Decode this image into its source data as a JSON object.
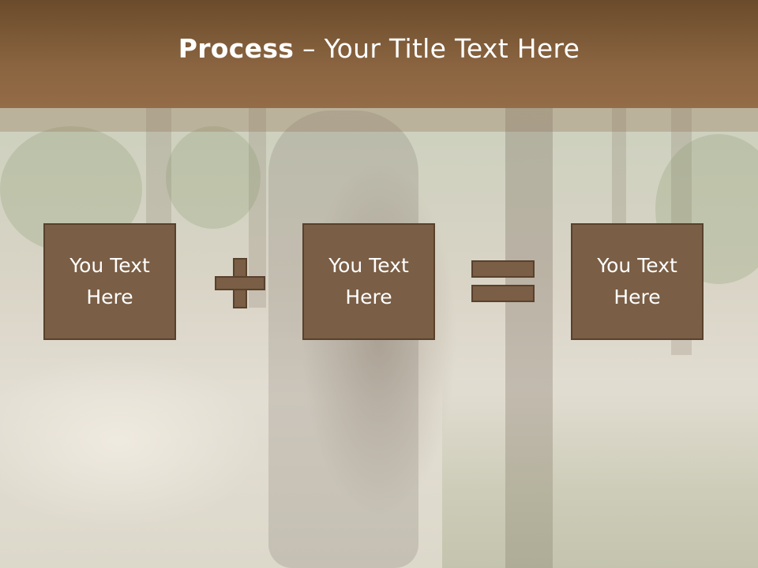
{
  "slide": {
    "title_bold": "Process",
    "title_rest": " – Your Title Text Here",
    "boxes": [
      {
        "label": "You Text\nHere"
      },
      {
        "label": "You Text\nHere"
      },
      {
        "label": "You Text\nHere"
      }
    ],
    "operators": [
      "plus-icon",
      "equals-icon"
    ]
  },
  "colors": {
    "header": "#8a6440",
    "box_fill": "#7a5e45",
    "box_border": "#58412d",
    "text": "#ffffff"
  }
}
